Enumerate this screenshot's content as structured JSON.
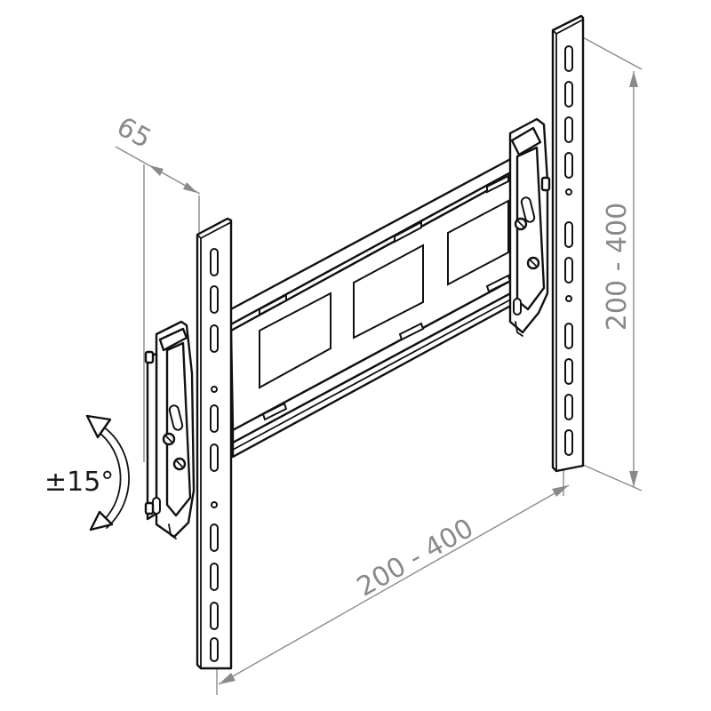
{
  "dimensions": {
    "depth": "65",
    "horizontal_vesa": "200 - 400",
    "vertical_vesa": "200 - 400",
    "tilt": "±15°"
  },
  "colors": {
    "outline": "#111111",
    "dimension": "#8a8a8a",
    "background": "#ffffff"
  }
}
